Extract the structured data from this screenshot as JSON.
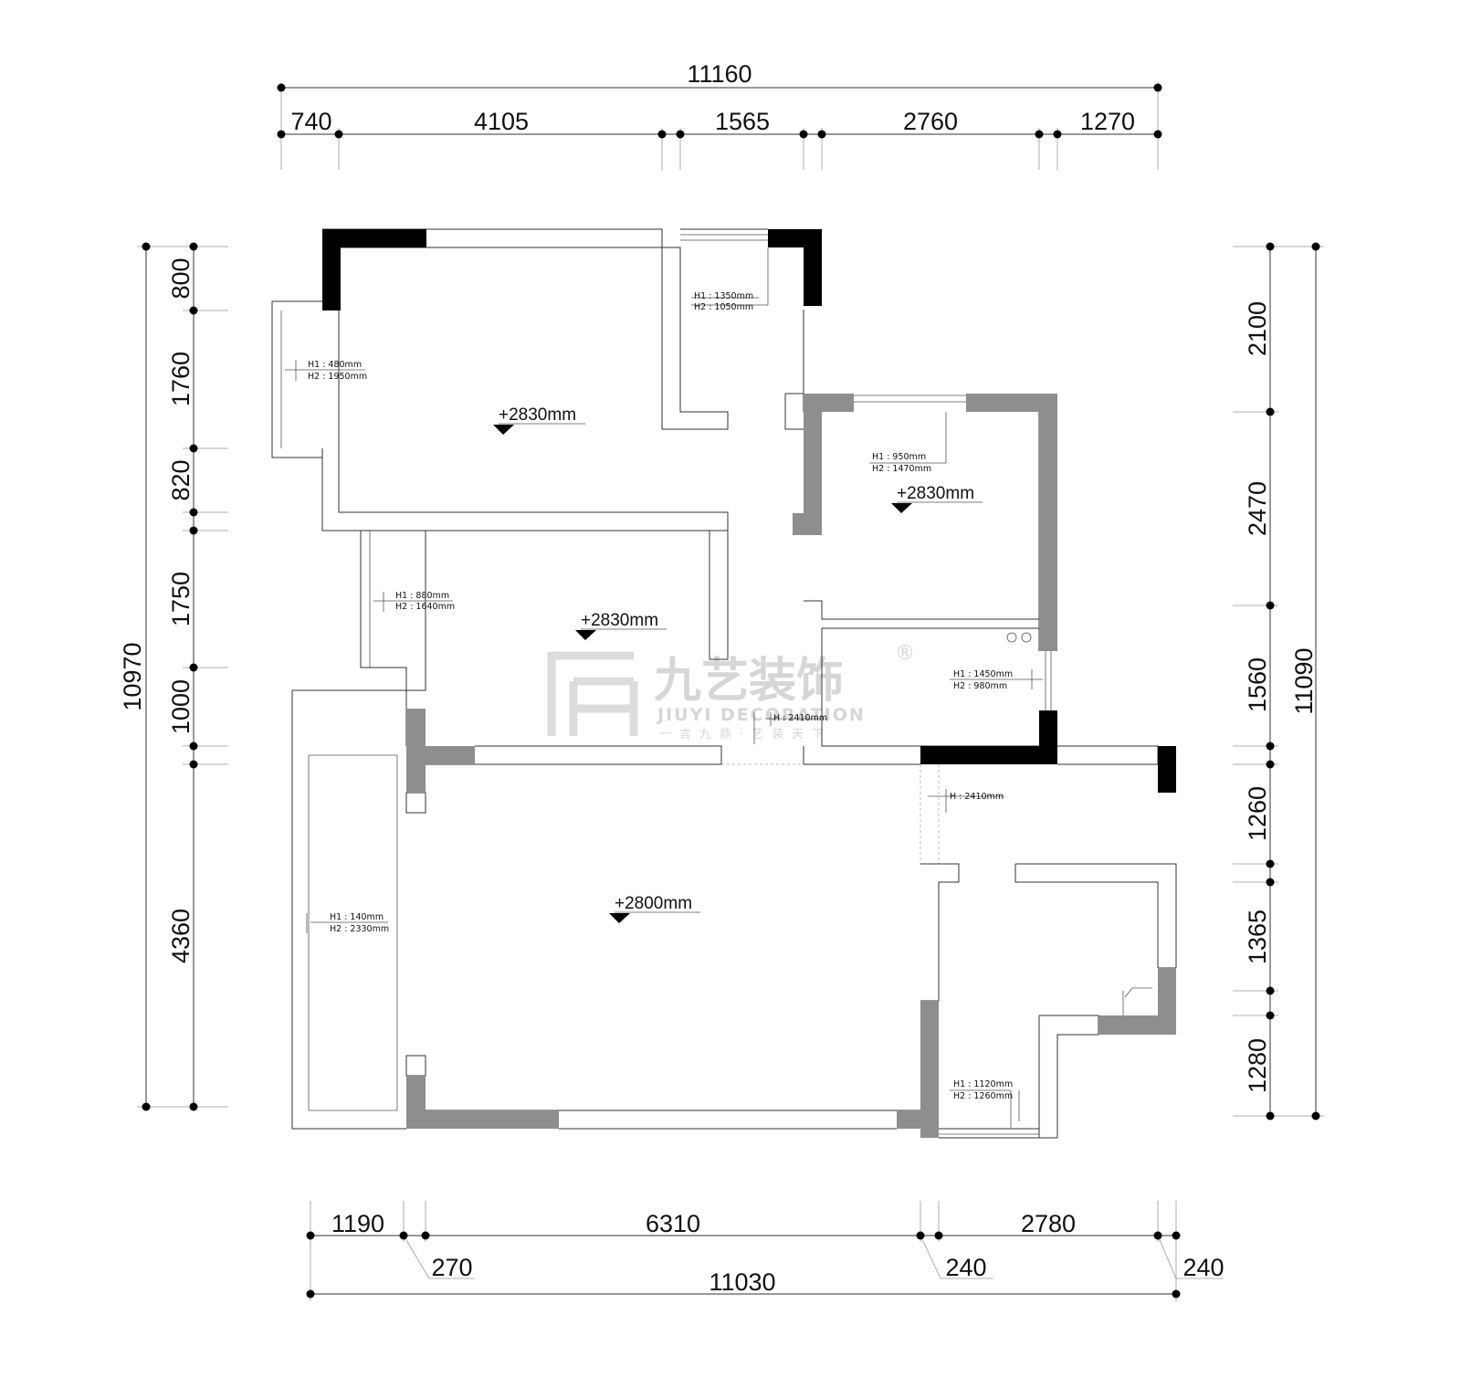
{
  "dimensions": {
    "top_total": "11160",
    "top_segments": [
      "740",
      "4105",
      "1565",
      "2760",
      "1270"
    ],
    "bottom_segments": [
      "1190",
      "6310",
      "2780"
    ],
    "bottom_small": [
      "270",
      "240",
      "240"
    ],
    "bottom_total": "11030",
    "left_total": "10970",
    "left_segments": [
      "800",
      "1760",
      "820",
      "1750",
      "1000",
      "4360"
    ],
    "right_total": "11090",
    "right_segments": [
      "2100",
      "2470",
      "1560",
      "1260",
      "1365",
      "1280"
    ]
  },
  "levels": [
    "+2830mm",
    "+2830mm",
    "+2830mm",
    "+2800mm"
  ],
  "windows": [
    {
      "h1": "H1 : 1350mm",
      "h2": "H2 : 1050mm"
    },
    {
      "h1": "H1 : 480mm",
      "h2": "H2 : 1950mm"
    },
    {
      "h1": "H1 : 950mm",
      "h2": "H2 : 1470mm"
    },
    {
      "h1": "H1 : 880mm",
      "h2": "H2 : 1640mm"
    },
    {
      "h1": "H1 : 1450mm",
      "h2": "H2 : 980mm"
    },
    {
      "h1": "H1 : 140mm",
      "h2": "H2 : 2330mm"
    },
    {
      "h1": "H1 : 1120mm",
      "h2": "H2 : 1260mm"
    }
  ],
  "openings": [
    "H : 2410mm",
    "H : 2410mm"
  ],
  "watermark": {
    "brand_cn": "九艺装饰",
    "brand_en": "JIUYI DECORATION",
    "slogan": "一言九鼎·艺装天下",
    "registered": "®"
  },
  "colors": {
    "structural_wall": "#000000",
    "wall_fill": "#8e8e8e",
    "watermark": "#d6d6d6"
  }
}
